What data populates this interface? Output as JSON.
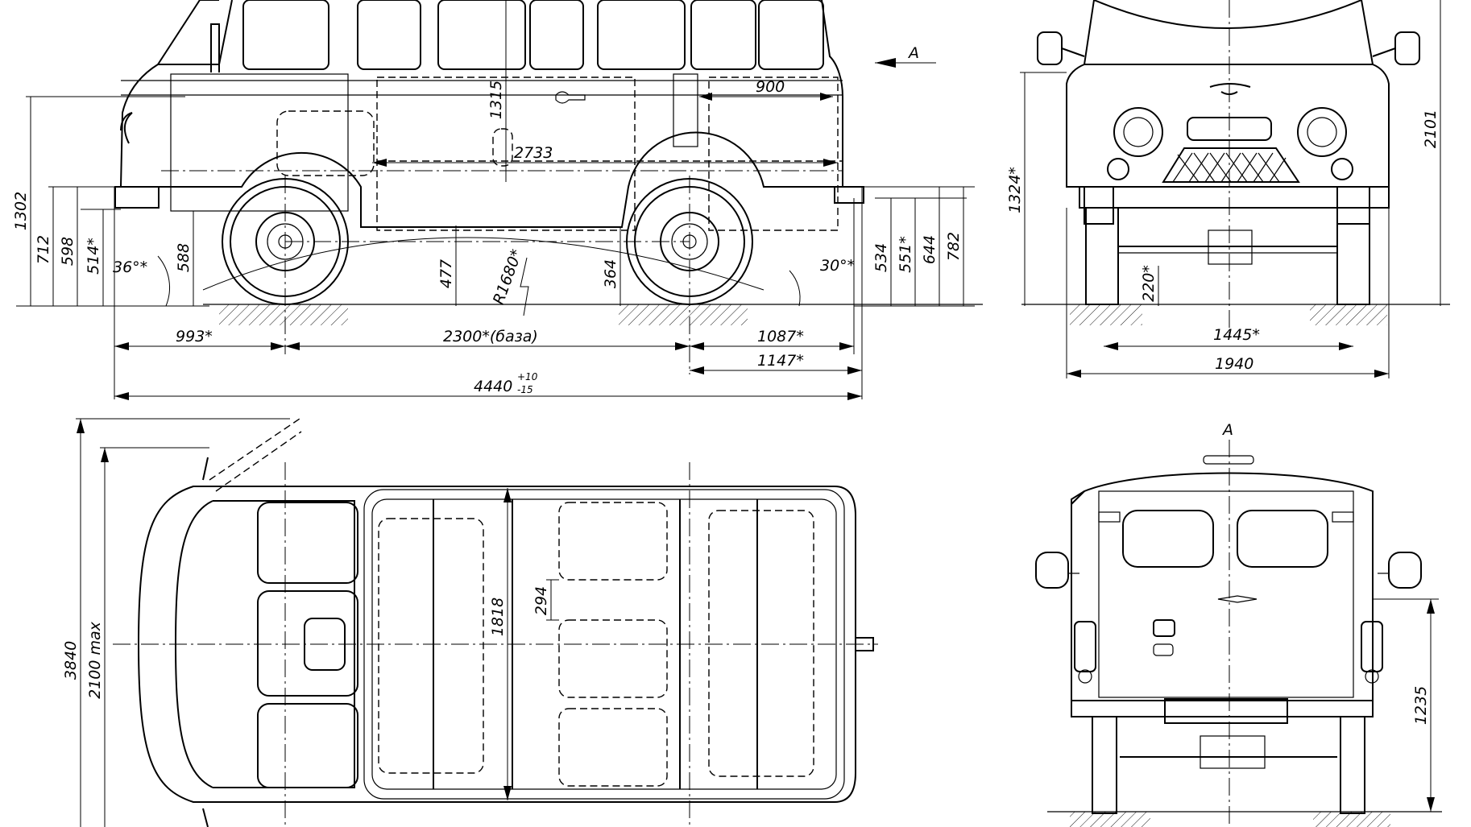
{
  "side_view": {
    "view_marker": "A",
    "dims": {
      "height_total": "1302",
      "h712": "712",
      "h598": "598",
      "h514": "514*",
      "h588": "588",
      "angle_front": "36°*",
      "h477": "477",
      "radius": "R1680*",
      "h364": "364",
      "angle_rear": "30°*",
      "h534": "534",
      "h551": "551*",
      "h644": "644",
      "h782": "782",
      "inner_height": "1315",
      "inner_length": "2733",
      "door_width": "900",
      "front_overhang": "993*",
      "wheelbase": "2300*(база)",
      "rear_overhang": "1087*",
      "rear_overhang_2": "1147*",
      "length_main": "4440",
      "length_tol_upper": "+10",
      "length_tol_lower": "-15"
    }
  },
  "front_view": {
    "dims": {
      "height": "2101",
      "height_front": "1324*",
      "clearance": "220*",
      "track": "1445*",
      "width": "1940"
    }
  },
  "top_view": {
    "dims": {
      "width_mirrors": "3840",
      "width_max": "2100 max",
      "inner_width": "1818",
      "seat_pitch": "294"
    }
  },
  "rear_view": {
    "view_marker": "A",
    "dims": {
      "height_rear": "1235"
    }
  }
}
